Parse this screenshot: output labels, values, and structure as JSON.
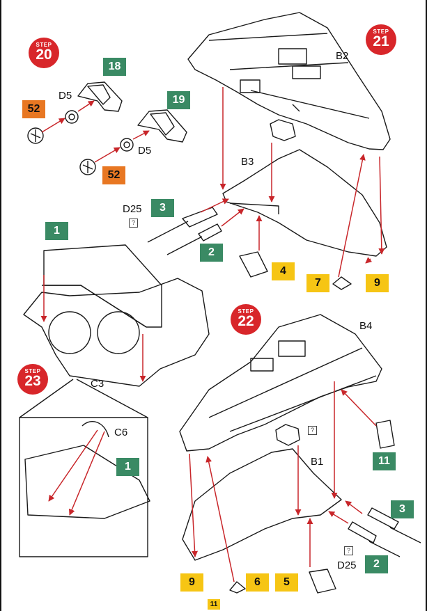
{
  "steps": [
    {
      "word": "STEP",
      "number": "20"
    },
    {
      "word": "STEP",
      "number": "21"
    },
    {
      "word": "STEP",
      "number": "22"
    },
    {
      "word": "STEP",
      "number": "23"
    }
  ],
  "badges": {
    "b18": "18",
    "b19": "19",
    "b52a": "52",
    "b52b": "52",
    "b3a": "3",
    "b2a": "2",
    "b4": "4",
    "b7": "7",
    "b9a": "9",
    "b1a": "1",
    "b1b": "1",
    "b11a": "11",
    "b3b": "3",
    "b2b": "2",
    "b9b": "9",
    "b6": "6",
    "b5": "5",
    "b11b": "11"
  },
  "labels": {
    "d5a": "D5",
    "d5b": "D5",
    "b2": "B2",
    "b3": "B3",
    "d25a": "D25",
    "c3": "C3",
    "b4": "B4",
    "c6": "C6",
    "b1": "B1",
    "d25b": "D25"
  },
  "query_mark": "?",
  "colors": {
    "step_red": "#d8262a",
    "part_green": "#3a8a64",
    "part_orange": "#e87722",
    "part_yellow": "#f6c514",
    "arrow_red": "#c8262a"
  }
}
